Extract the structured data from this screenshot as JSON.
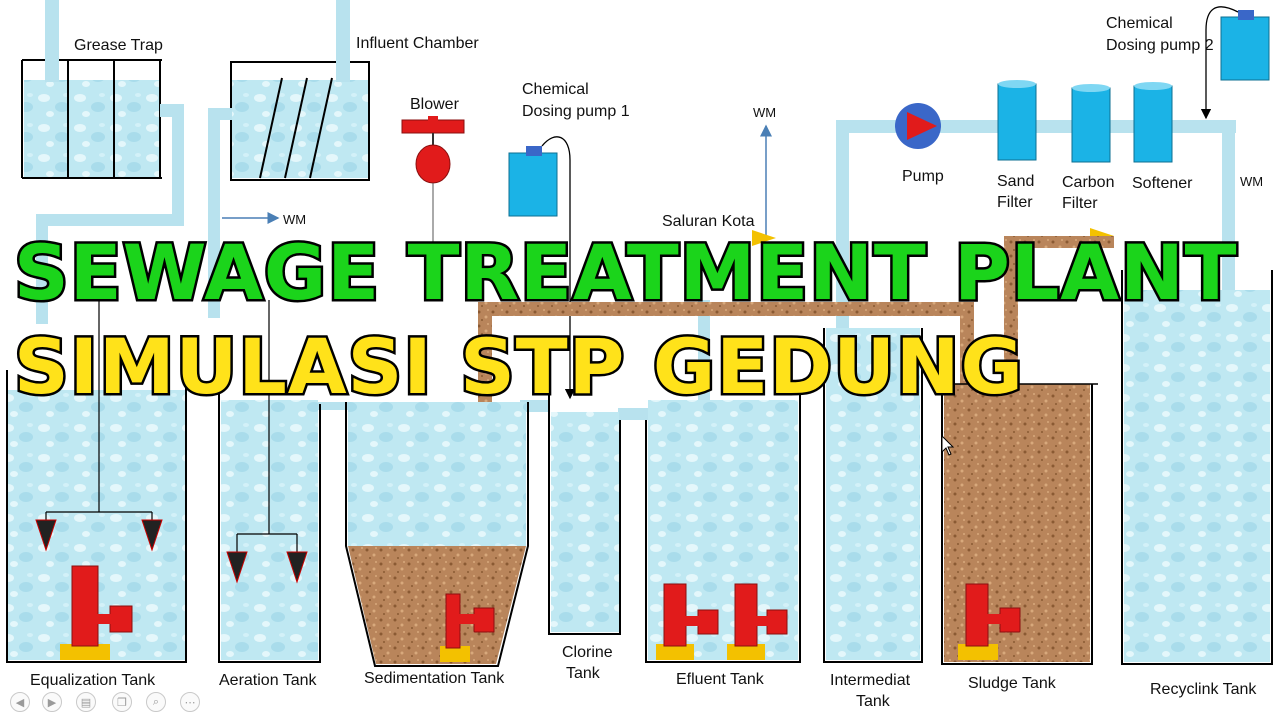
{
  "banner": {
    "line1": "SEWAGE TREATMENT PLANT",
    "line2": "SIMULASI STP GEDUNG"
  },
  "labels": {
    "grease_trap": "Grease Trap",
    "influent_chamber": "Influent Chamber",
    "blower": "Blower",
    "chem_pump_1_line1": "Chemical",
    "chem_pump_1_line2": "Dosing pump 1",
    "chem_pump_2_line1": "Chemical",
    "chem_pump_2_line2": "Dosing pump 2",
    "wm_1": "WM",
    "wm_2": "WM",
    "wm_3": "WM",
    "saluran_kota": "Saluran Kota",
    "pump": "Pump",
    "sand_filter_line1": "Sand",
    "sand_filter_line2": "Filter",
    "carbon_filter_line1": "Carbon",
    "carbon_filter_line2": "Filter",
    "softener": "Softener",
    "equalization_tank": "Equalization Tank",
    "aeration_tank": "Aeration Tank",
    "sedimentation_tank": "Sedimentation Tank",
    "clorine_tank_line1": "Clorine",
    "clorine_tank_line2": "Tank",
    "effluent_tank": "Efluent Tank",
    "intermediat_tank_line1": "Intermediat",
    "intermediat_tank_line2": "Tank",
    "sludge_tank": "Sludge Tank",
    "recyclink_tank": "Recyclink Tank"
  },
  "colors": {
    "water": "#bfe8f2",
    "water_pipe": "#b8e2ee",
    "sludge": "#b9855b",
    "pump_red": "#e11b1b",
    "pump_base": "#f3c100",
    "dosing_blue": "#1bb3e6",
    "banner_green": "#1bd41b",
    "banner_yellow": "#ffe21a"
  },
  "controls": [
    "back-icon",
    "forward-icon",
    "slides-icon",
    "copy-icon",
    "zoom-icon",
    "more-icon"
  ]
}
